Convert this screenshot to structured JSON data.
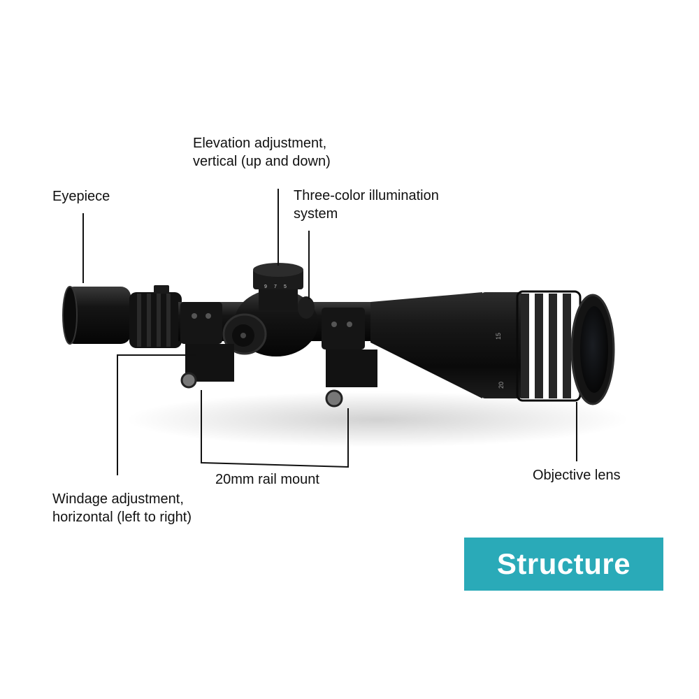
{
  "labels": {
    "elevation": [
      "Elevation adjustment,",
      "vertical (up and down)"
    ],
    "eyepiece": "Eyepiece",
    "illumination": [
      "Three-color illumination",
      "system"
    ],
    "rail_mount": "20mm rail mount",
    "objective": "Objective lens",
    "windage": [
      "Windage adjustment,",
      "horizontal (left to right)"
    ]
  },
  "banner": "Structure",
  "turret_numbers": [
    "9",
    "7",
    "5"
  ],
  "bell_numbers": [
    "15",
    "20"
  ],
  "colors": {
    "accent": "#2aaab8",
    "scope_body": "#111111"
  }
}
